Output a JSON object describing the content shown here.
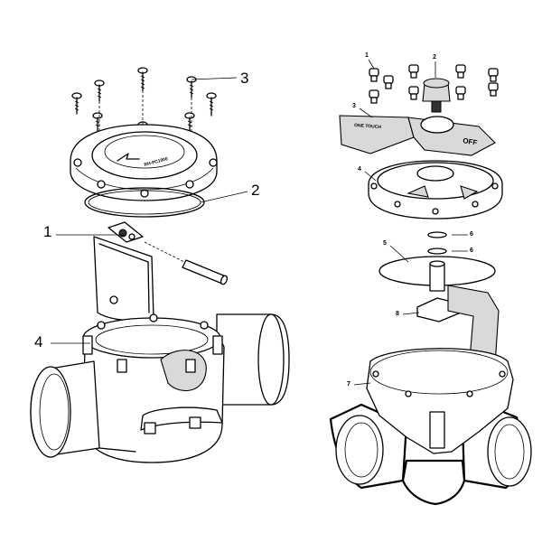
{
  "left_view": {
    "callouts": [
      {
        "id": "1",
        "label": "1"
      },
      {
        "id": "2",
        "label": "2"
      },
      {
        "id": "3",
        "label": "3"
      },
      {
        "id": "4",
        "label": "4"
      }
    ],
    "lid_stamp_label": "RH-PC1000",
    "lid_arrow_icon": "arrow-icon"
  },
  "right_view": {
    "callouts": [
      {
        "id": "1",
        "label": "1"
      },
      {
        "id": "2",
        "label": "2"
      },
      {
        "id": "3",
        "label": "3"
      },
      {
        "id": "4",
        "label": "4"
      },
      {
        "id": "5",
        "label": "5"
      },
      {
        "id": "6a",
        "label": "6"
      },
      {
        "id": "6b",
        "label": "6"
      },
      {
        "id": "7",
        "label": "7"
      },
      {
        "id": "8",
        "label": "8"
      }
    ],
    "handle_text": "OFF",
    "handle_stamp": "ONE TOUCH"
  }
}
